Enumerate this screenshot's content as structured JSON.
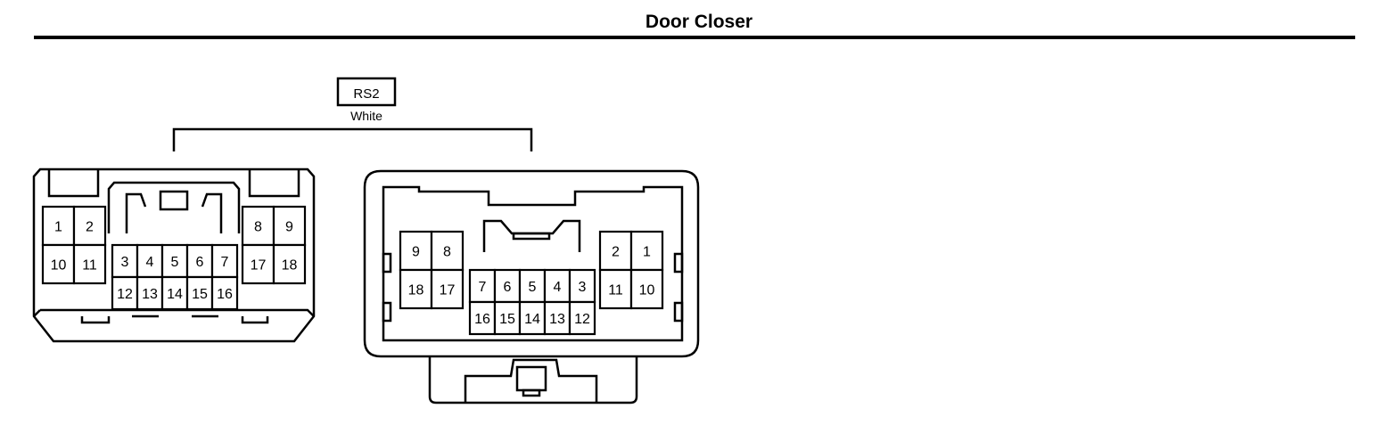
{
  "title": "Door Closer",
  "connector": {
    "code": "RS2",
    "color_label": "White"
  },
  "left_pins": {
    "upper_left": [
      "1",
      "2",
      "10",
      "11"
    ],
    "upper_right": [
      "8",
      "9",
      "17",
      "18"
    ],
    "center_top": [
      "3",
      "4",
      "5",
      "6",
      "7"
    ],
    "center_bottom": [
      "12",
      "13",
      "14",
      "15",
      "16"
    ]
  },
  "right_pins": {
    "left_block": [
      "9",
      "8",
      "18",
      "17"
    ],
    "right_block": [
      "2",
      "1",
      "11",
      "10"
    ],
    "center_top": [
      "7",
      "6",
      "5",
      "4",
      "3"
    ],
    "center_bottom": [
      "16",
      "15",
      "14",
      "13",
      "12"
    ]
  }
}
